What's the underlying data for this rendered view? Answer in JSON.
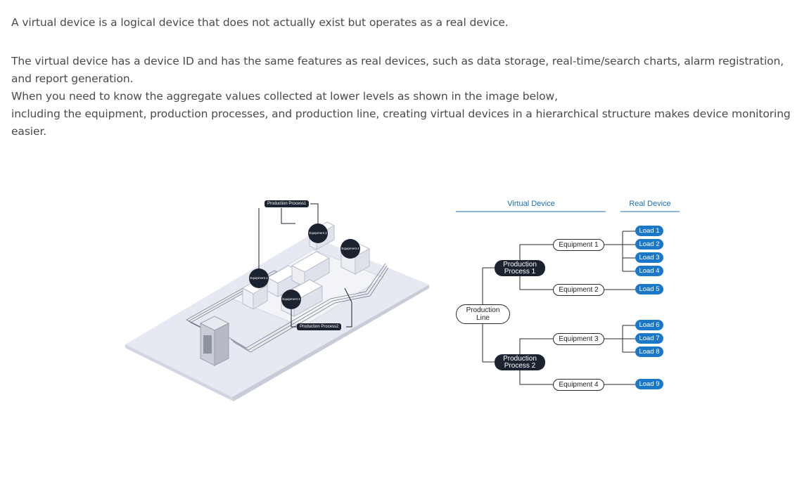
{
  "intro": {
    "p1": "A virtual device is a logical device that does not actually exist but operates as a real device.",
    "p2_line1": "The virtual device has a device ID and has the same features as real devices, such as data storage, real-time/search charts, alarm registration,",
    "p2_line2": "and report generation.",
    "p2_line3": "When you need to know the aggregate values collected at lower levels as shown in the image below,",
    "p2_line4": "including the equipment, production processes, and production line, creating virtual devices in a hierarchical structure makes device monitoring",
    "p2_line5": "easier."
  },
  "illustration": {
    "process1": "Production Process1",
    "process2": "Production Process2",
    "equipment1": "Equipment 1",
    "equipment2": "Equipment 2",
    "equipment3": "Equipment 3",
    "equipment4": "Equipment 4"
  },
  "diagram": {
    "virtual_header": "Virtual Device",
    "real_header": "Real Device",
    "line": "Production Line",
    "process1": "Production Process 1",
    "process2": "Production Process 2",
    "equipment": [
      "Equipment 1",
      "Equipment 2",
      "Equipment 3",
      "Equipment 4"
    ],
    "loads": [
      "Load 1",
      "Load 2",
      "Load 3",
      "Load 4",
      "Load 5",
      "Load 6",
      "Load 7",
      "Load 8",
      "Load 9"
    ],
    "accent_color": "#1b78c8",
    "dark_color": "#1c2330"
  }
}
